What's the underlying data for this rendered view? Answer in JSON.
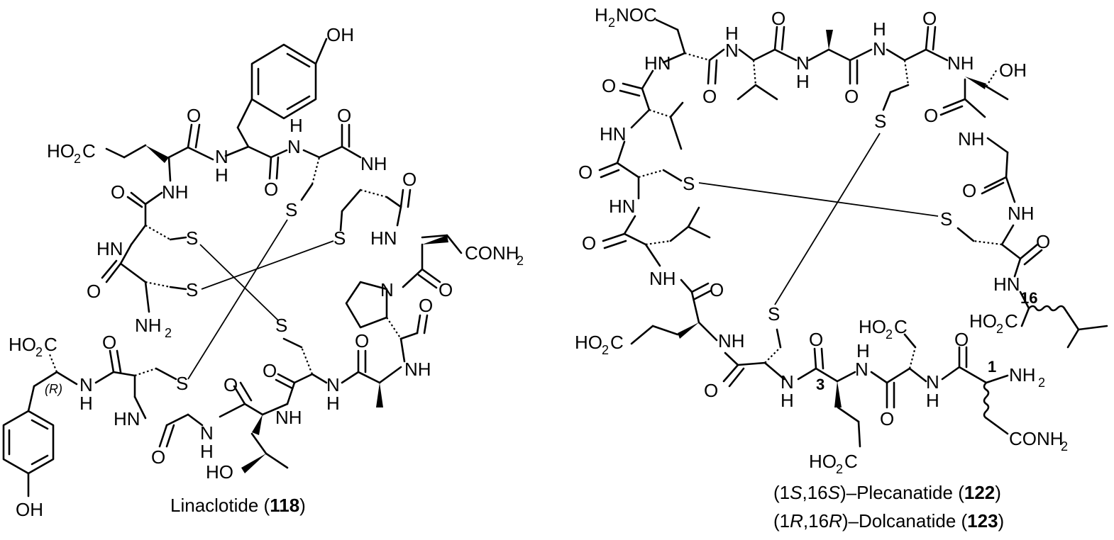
{
  "atoms": {
    "OH": "OH",
    "HO": "HO",
    "O": "O",
    "H": "H",
    "N": "N",
    "S": "S",
    "NH": "NH",
    "HN": "HN",
    "NH2": "NH",
    "sub2": "2",
    "HO2C_a": "HO",
    "HO2C_b": "C",
    "CONH": "CONH",
    "H2NOC_a": "H",
    "H2NOC_b": "NOC",
    "R_label": "(R)"
  },
  "linaclotide": {
    "caption_pre": "Linaclotide (",
    "caption_num": "118",
    "caption_post": ")"
  },
  "plecanatide": {
    "caption1_pre": "(1",
    "caption1_s1": "S",
    "caption1_mid": ",16",
    "caption1_s2": "S",
    "caption1_name": ")–Plecanatide (",
    "caption1_num": "122",
    "caption1_post": ")",
    "caption2_pre": "(1",
    "caption2_r1": "R",
    "caption2_mid": ",16",
    "caption2_r2": "R",
    "caption2_name": ")–Dolcanatide (",
    "caption2_num": "123",
    "caption2_post": ")",
    "locant_1": "1",
    "locant_3": "3",
    "locant_16": "16"
  }
}
